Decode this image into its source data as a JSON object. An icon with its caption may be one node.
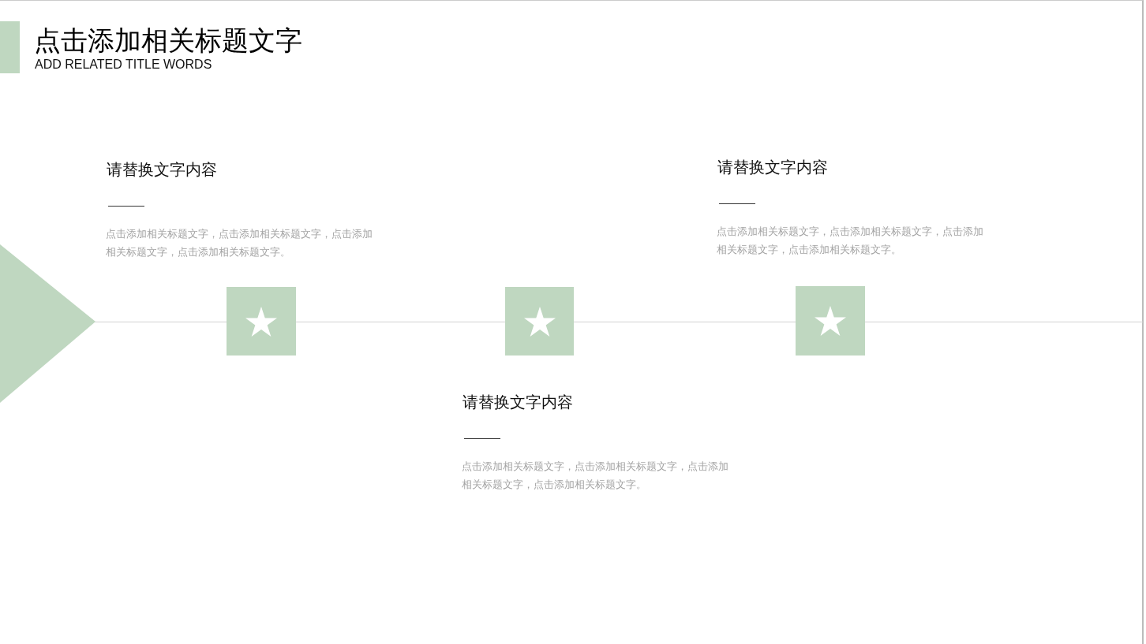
{
  "diagram": {
    "title": "点击添加相关标题文字",
    "labels": [
      "ADD RELATED TITLE WORDS",
      "请替换文字内容",
      "点击添加相关标题文字，点击添加相关标题文字，点击添加相关标题文字，点击添加相关标题文字。",
      "请替换文字内容",
      "点击添加相关标题文字，点击添加相关标题文字，点击添加相关标题文字，点击添加相关标题文字。",
      "请替换文字内容",
      "点击添加相关标题文字，点击添加相关标题文字，点击添加相关标题文字，点击添加相关标题文字。"
    ]
  }
}
